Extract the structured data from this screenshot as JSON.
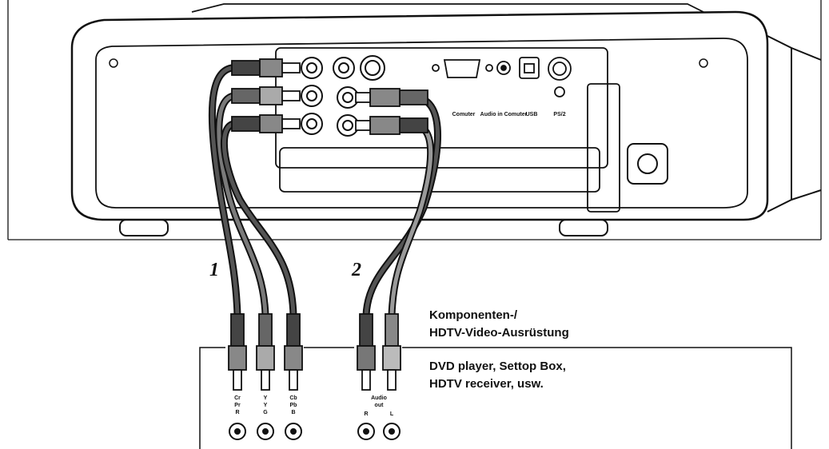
{
  "port_labels": {
    "computer": "Comuter",
    "audio_in_computer": "Audio in Comuter",
    "usb": "USB",
    "ps2": "PS/2"
  },
  "cable_labels": {
    "component_video": "1",
    "audio": "2"
  },
  "equipment": {
    "title_line1": "Komponenten-/",
    "title_line2": "HDTV-Video-Ausrüstung",
    "desc_line1": "DVD player, Settop Box,",
    "desc_line2": "HDTV receiver, usw."
  },
  "jacks": {
    "cr": [
      "Cr",
      "Pr",
      "R"
    ],
    "y": [
      "Y",
      "Y",
      "G"
    ],
    "cb": [
      "Cb",
      "Pb",
      "B"
    ],
    "audio_out_line1": "Audio",
    "audio_out_line2": "out",
    "audio_r": "R",
    "audio_l": "L"
  },
  "colors": {
    "outline": "#111111",
    "cable_dark": "#3a3a3a",
    "cable_light": "#7a7a7a",
    "plug_grey": "#9a9a9a"
  }
}
